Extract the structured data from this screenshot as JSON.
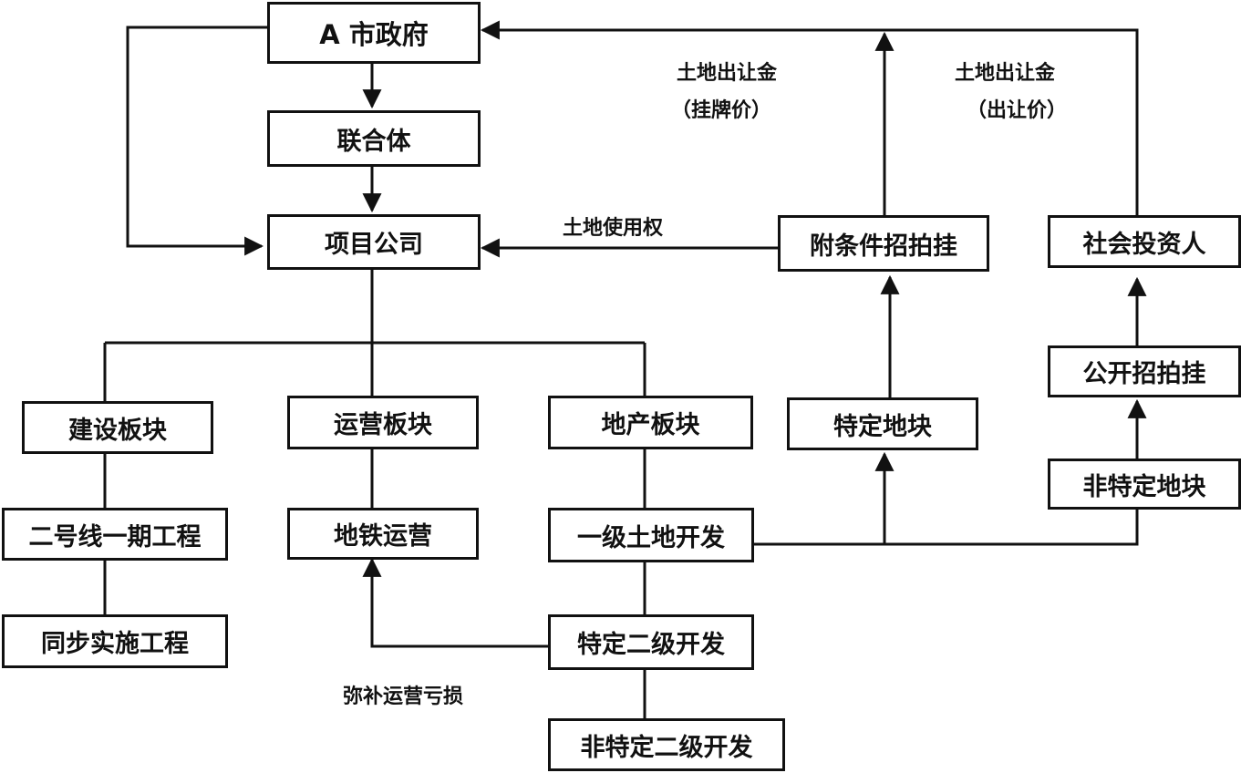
{
  "nodes": {
    "city_gov": "A 市政府",
    "consortium": "联合体",
    "project_company": "项目公司",
    "conditional_auction": "附条件招拍挂",
    "social_investor": "社会投资人",
    "construction": "建设板块",
    "operation": "运营板块",
    "real_estate": "地产板块",
    "specific_land": "特定地块",
    "public_auction": "公开招拍挂",
    "non_specific_land": "非特定地块",
    "line2_phase1": "二号线一期工程",
    "sync_works": "同步实施工程",
    "metro_operation": "地铁运营",
    "primary_land_dev": "一级土地开发",
    "specific_secondary_dev": "特定二级开发",
    "non_specific_secondary_dev": "非特定二级开发"
  },
  "labels": {
    "land_fee_listing": "土地出让金",
    "listing_price": "（挂牌价）",
    "land_fee_transfer": "土地出让金",
    "transfer_price": "（出让价）",
    "land_use_right": "土地使用权",
    "compensate_loss": "弥补运营亏损"
  },
  "colors": {
    "stroke": "#111111",
    "background": "#ffffff"
  }
}
